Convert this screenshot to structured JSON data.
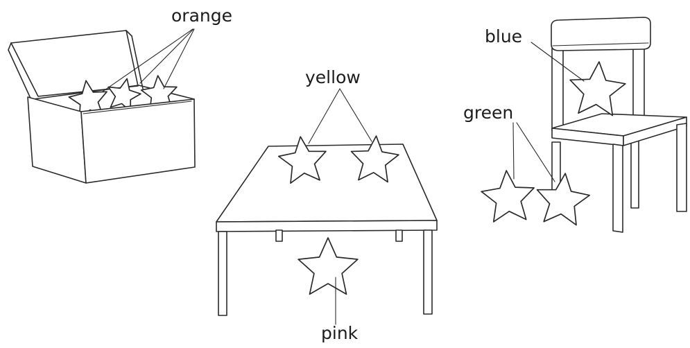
{
  "labels": {
    "orange": "orange",
    "yellow": "yellow",
    "blue": "blue",
    "green": "green",
    "pink": "pink"
  },
  "star_locations": [
    {
      "color": "orange",
      "place": "in the box",
      "count": 3
    },
    {
      "color": "yellow",
      "place": "on the table",
      "count": 2
    },
    {
      "color": "pink",
      "place": "under the table",
      "count": 1
    },
    {
      "color": "blue",
      "place": "on the chair",
      "count": 1
    },
    {
      "color": "green",
      "place": "next to the chair",
      "count": 2
    }
  ]
}
